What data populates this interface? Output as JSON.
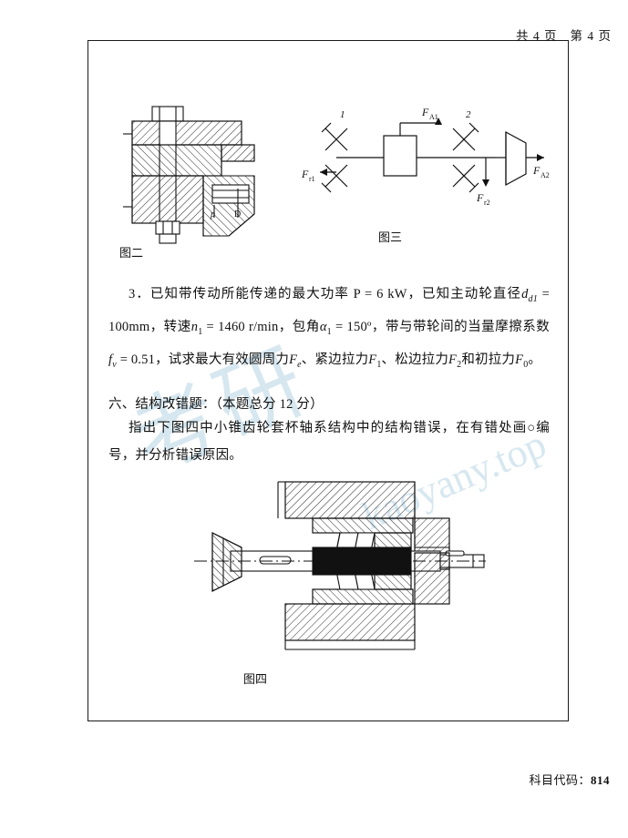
{
  "header": {
    "total_pages_label": "共  4 页",
    "current_page_label": "第 4 页"
  },
  "figures": {
    "fig2_caption": "图二",
    "fig3_caption": "图三",
    "fig4_caption": "图四",
    "fig3_labels": {
      "mark1": "1",
      "mark2": "2",
      "FA1": "F",
      "FA1_sub": "A1",
      "FA2": "F",
      "FA2_sub": "A2",
      "Fr1": "F",
      "Fr1_sub": "r1",
      "Fr2": "F",
      "Fr2_sub": "r2"
    },
    "fig2_labels": {
      "p": "p",
      "D": "D"
    }
  },
  "questions": {
    "q3": {
      "number": "3．",
      "text_1": "已知带传动所能传递的最大功率 P = 6 kW，已知主动轮直径",
      "d1": "d",
      "d1_sub": "d1",
      "text_2": " = 100mm，转速",
      "n1": "n",
      "n1_sub": "1",
      "text_3": " = 1460 r/min，包角",
      "alpha1": "α",
      "alpha1_sub": "1",
      "text_4": " = 150º，带与带轮间的当量摩擦系数",
      "fv": "f",
      "fv_sub": "v",
      "text_5": " = 0.51，试求最大有效圆周力",
      "Fe": "F",
      "Fe_sub": "e",
      "text_6": "、紧边拉力",
      "F1": "F",
      "F1_sub": "1",
      "text_7": "、松边拉力",
      "F2": "F",
      "F2_sub": "2",
      "text_8": "和初拉力",
      "F0": "F",
      "F0_sub": "0",
      "text_9": "。"
    },
    "q6": {
      "title": "六、结构改错题：（本题总分 12 分）",
      "body": "指出下图四中小锥齿轮套杯轴系结构中的结构错误，在有错处画○编号，并分析错误原因。"
    }
  },
  "footer": {
    "subject_code_label": "科目代码：",
    "subject_code_value": "814"
  },
  "watermark": {
    "line1": "考研",
    "line2": "kaoyany.top"
  }
}
